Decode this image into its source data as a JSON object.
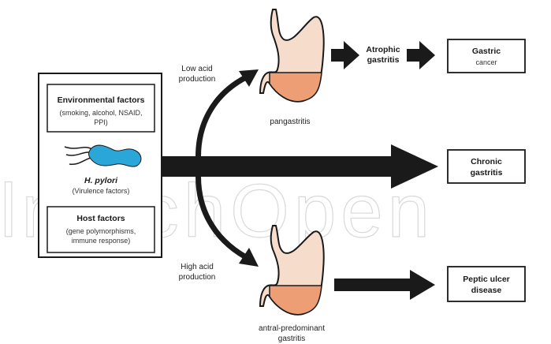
{
  "left_panel": {
    "environmental_title": "Environmental factors",
    "environmental_desc_line1": "(smoking, alcohol, NSAID,",
    "environmental_desc_line2": "PPI)",
    "pathogen_name": "H. pylori",
    "pathogen_desc": "(Virulence factors)",
    "host_title": "Host factors",
    "host_desc_line1": "(gene polymorphisms,",
    "host_desc_line2": "immune response)"
  },
  "branches": {
    "low_acid_line1": "Low acid",
    "low_acid_line2": "production",
    "high_acid_line1": "High acid",
    "high_acid_line2": "production"
  },
  "stomachs": {
    "top_caption": "pangastritis",
    "bottom_caption_line1": "antral-predominant",
    "bottom_caption_line2": "gastritis"
  },
  "intermediate": {
    "atrophic_line1": "Atrophic",
    "atrophic_line2": "gastritis"
  },
  "outcomes": {
    "gastric_line1": "Gastric",
    "gastric_line2": "cancer",
    "chronic_line1": "Chronic",
    "chronic_line2": "gastritis",
    "peptic_line1": "Peptic ulcer",
    "peptic_line2": "disease"
  },
  "colors": {
    "stroke": "#1a1a1a",
    "stomach_light": "#f6dccb",
    "stomach_inflamed": "#ee9e74",
    "bacterium": "#2aa7d8"
  },
  "icons": [
    "h-pylori-bacterium-icon",
    "stomach-icon"
  ]
}
